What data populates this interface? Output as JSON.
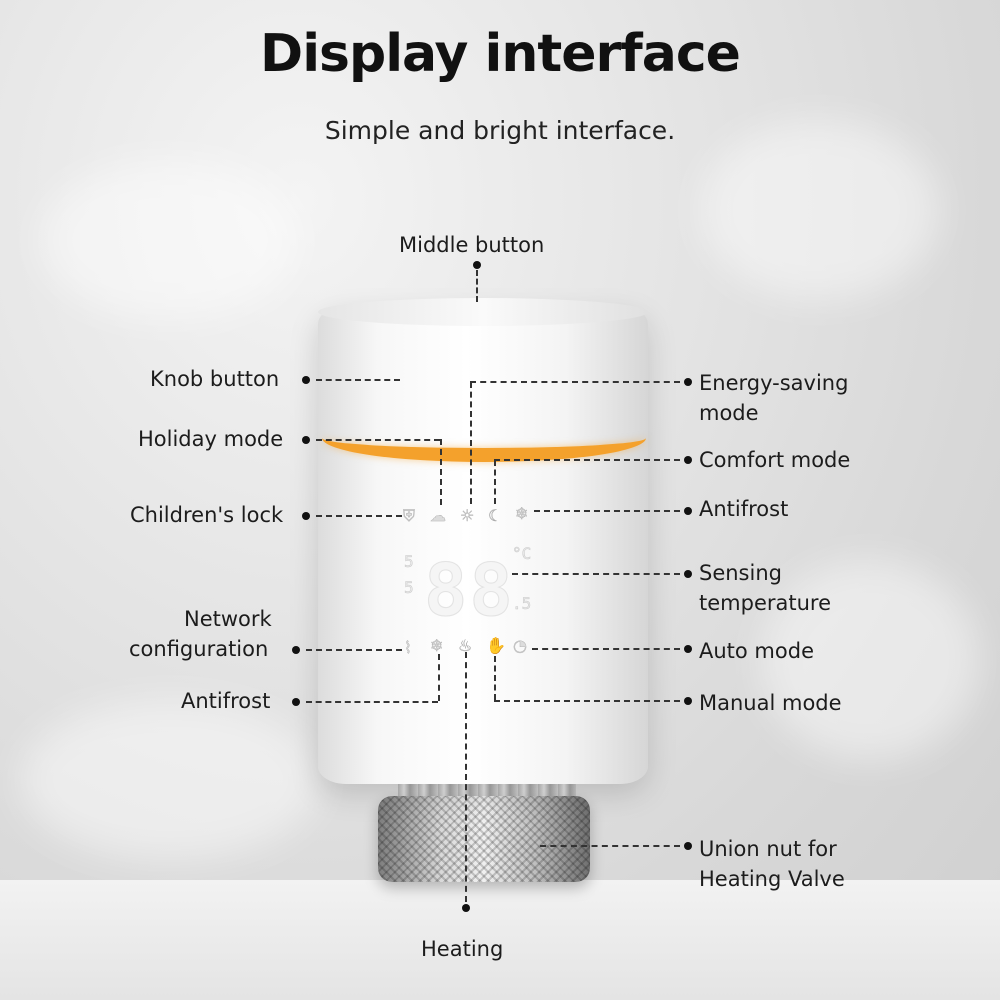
{
  "title": "Display interface",
  "subtitle": "Simple and bright interface.",
  "display": {
    "digits": "88",
    "unit_top": "°C",
    "decimal": ".5",
    "left_small_top": "5",
    "left_small_bottom": "5"
  },
  "labels": {
    "middle_button": "Middle button",
    "knob_button": "Knob button",
    "holiday_mode": "Holiday mode",
    "childrens_lock": "Children's lock",
    "network_configuration_1": "Network",
    "network_configuration_2": "configuration",
    "antifrost_left": "Antifrost",
    "energy_saving_1": "Energy-saving",
    "energy_saving_2": "mode",
    "comfort_mode": "Comfort mode",
    "antifrost_right": "Antifrost",
    "sensing_temp_1": "Sensing",
    "sensing_temp_2": "temperature",
    "auto_mode": "Auto mode",
    "manual_mode": "Manual mode",
    "union_nut_1": "Union nut for",
    "union_nut_2": "Heating Valve",
    "heating": "Heating"
  },
  "icons": {
    "lock": "lock-icon",
    "holiday": "suitcase-icon",
    "energy": "sun-icon",
    "comfort": "moon-icon",
    "antifrost_top": "snowflake-icon",
    "network": "wifi-icon",
    "antifrost_bottom": "snowflake-icon",
    "heating": "heating-icon",
    "manual": "hand-icon",
    "auto": "clock-icon"
  },
  "colors": {
    "accent_ring": "#f4a12c",
    "text": "#1c1c1c"
  }
}
